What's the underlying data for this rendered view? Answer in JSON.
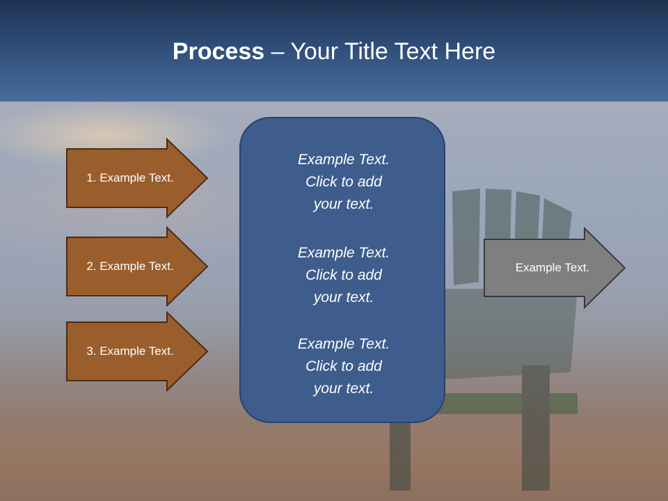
{
  "slide": {
    "title_bold": "Process",
    "title_rest": " – Your Title Text Here",
    "left_arrows": [
      {
        "label": "1. Example Text."
      },
      {
        "label": "2. Example Text."
      },
      {
        "label": "3. Example Text."
      }
    ],
    "center_box": {
      "paragraphs": [
        {
          "line1": "Example Text.",
          "line2": "Click  to add",
          "line3": "your text."
        },
        {
          "line1": "Example Text.",
          "line2": "Click  to add",
          "line3": "your text."
        },
        {
          "line1": "Example Text.",
          "line2": "Click  to add",
          "line3": "your text."
        }
      ]
    },
    "right_arrow": {
      "label": "Example Text."
    }
  },
  "colors": {
    "header": "#2f4d78",
    "left_arrow_fill": "#9a5e2c",
    "left_arrow_stroke": "#4a2c12",
    "center_box_fill": "#3e5d8c",
    "right_arrow_fill": "#7f7f7f",
    "right_arrow_stroke": "#3a3a3a"
  }
}
